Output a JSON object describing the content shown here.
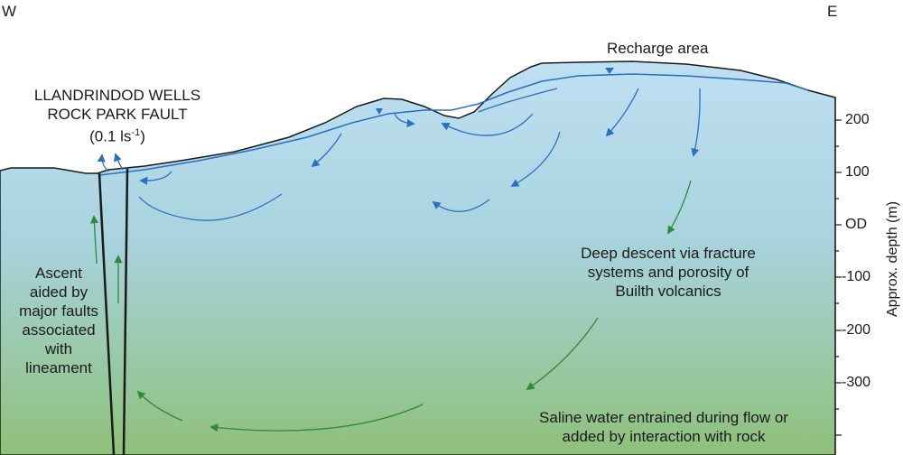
{
  "compass": {
    "west": "W",
    "east": "E"
  },
  "labels": {
    "recharge": "Recharge area",
    "spring_line1": "LLANDRINDOD WELLS",
    "spring_line2": "ROCK PARK FAULT",
    "spring_flow": "(0.1 ls",
    "spring_flow_exp": "-1",
    "spring_flow_end": ")",
    "ascent": [
      "Ascent",
      "aided by",
      "major faults",
      "associated",
      "with",
      "lineament"
    ],
    "descent": [
      "Deep descent via fracture",
      "systems and porosity of",
      "Builth volcanics"
    ],
    "saline": [
      "Saline water entrained during flow or",
      "added by interaction with rock"
    ]
  },
  "axis": {
    "title": "Approx. depth (m)",
    "ticks": [
      "200",
      "100",
      "OD",
      "-100",
      "-200",
      "-300"
    ]
  },
  "colors": {
    "fresh_water": "#bfe0f3",
    "deep_water": "#8ec07a",
    "shallow_arrow": "#2a6fc0",
    "deep_arrow": "#2e8a3c",
    "outline": "#1a1a1a"
  }
}
